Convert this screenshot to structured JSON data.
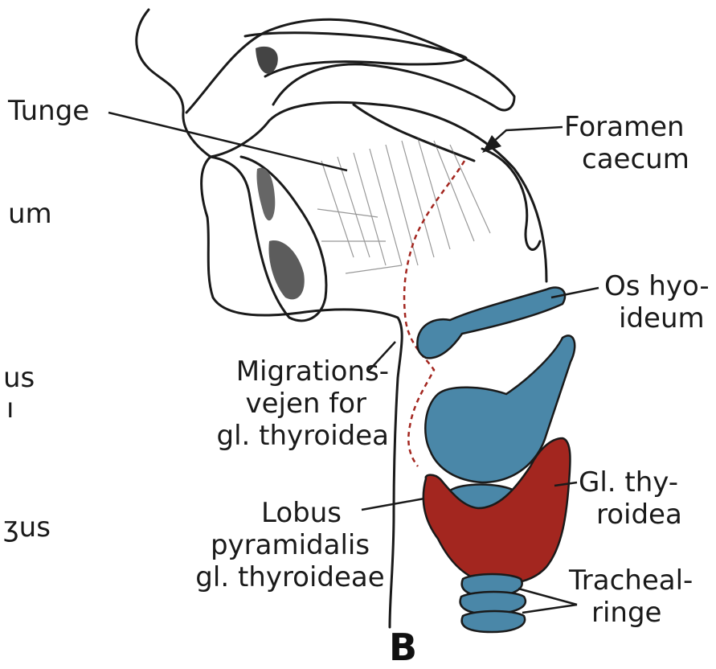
{
  "colors": {
    "cartilage": "#4a87a8",
    "thyroid": "#a3261f",
    "line": "#1a1a1a",
    "migration_path": "#a3261f"
  },
  "labels": {
    "tunge": "Tunge",
    "foramen_line1": "Foramen",
    "foramen_line2": "caecum",
    "os_line1": "Os hyo-",
    "os_line2": "ideum",
    "migr_line1": "Migrations-",
    "migr_line2": "vejen for",
    "migr_line3": "gl. thyroidea",
    "gl_line1": "Gl. thy-",
    "gl_line2": "roidea",
    "lobus_line1": "Lobus",
    "lobus_line2": "pyramidalis",
    "lobus_line3": "gl. thyroideae",
    "trach_line1": "Tracheal-",
    "trach_line2": "ringe",
    "left_um": "um",
    "left_us": "us",
    "left_i": "ı",
    "left_gus": "ʒus"
  },
  "panel_letter": "B"
}
